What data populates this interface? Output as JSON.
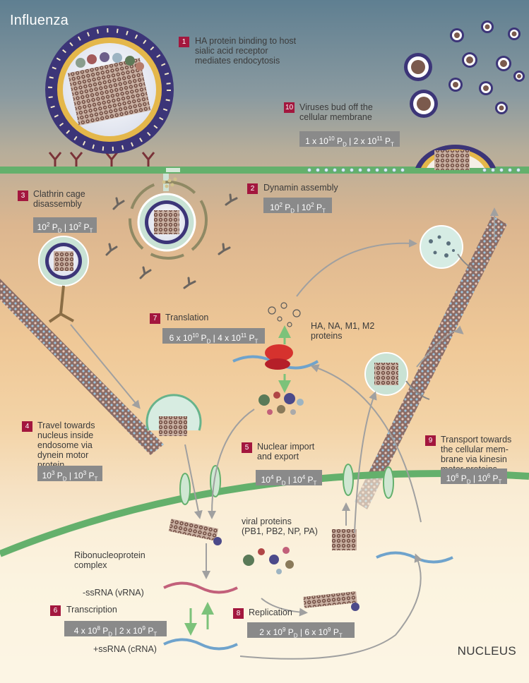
{
  "title": "Influenza",
  "nucleus_label": "NUCLEUS",
  "steps": [
    {
      "num": "1",
      "text": [
        "HA protein binding to host",
        "sialic acid receptor",
        "mediates endocytosis"
      ]
    },
    {
      "num": "2",
      "text": [
        "Dynamin assembly"
      ],
      "box": {
        "a": "10",
        "ae": "2",
        "b": "10",
        "be": "2"
      }
    },
    {
      "num": "3",
      "text": [
        "Clathrin cage",
        "disassembly"
      ],
      "box": {
        "a": "10",
        "ae": "2",
        "b": "10",
        "be": "2"
      }
    },
    {
      "num": "4",
      "text": [
        "Travel towards",
        "nucleus inside",
        "endosome via",
        "dynein motor",
        "protein"
      ],
      "box": {
        "a": "10",
        "ae": "3",
        "b": "10",
        "be": "3"
      }
    },
    {
      "num": "5",
      "text": [
        "Nuclear import",
        "and export"
      ],
      "box": {
        "a": "10",
        "ae": "4",
        "b": "10",
        "be": "4"
      }
    },
    {
      "num": "6",
      "text": [
        "Transcription"
      ],
      "box": {
        "a": "4 x 10",
        "ae": "8",
        "b": "2 x 10",
        "be": "9"
      }
    },
    {
      "num": "7",
      "text": [
        "Translation"
      ],
      "box": {
        "a": "6 x 10",
        "ae": "10",
        "b": "4 x 10",
        "be": "11"
      }
    },
    {
      "num": "8",
      "text": [
        "Replication"
      ],
      "box": {
        "a": "2 x 10",
        "ae": "9",
        "b": "6 x 10",
        "be": "9"
      }
    },
    {
      "num": "9",
      "text": [
        "Transport towards",
        "the cellular mem-",
        "brane via kinesin",
        "motor proteins"
      ],
      "box": {
        "a": "10",
        "ae": "6",
        "b": "10",
        "be": "6"
      }
    },
    {
      "num": "10",
      "text": [
        "Viruses bud off the",
        "cellular membrane"
      ],
      "box": {
        "a": "1 x 10",
        "ae": "10",
        "b": "2 x 10",
        "be": "11"
      }
    }
  ],
  "labels": {
    "proteins": [
      "HA, NA, M1, M2",
      "proteins"
    ],
    "viral_proteins": [
      "viral proteins",
      "(PB1, PB2, NP, PA)"
    ],
    "rnp": [
      "Ribonucleoprotein",
      "complex"
    ],
    "vrna": "-ssRNA (vRNA)",
    "crna": "+ssRNA (cRNA)"
  },
  "box_sub_d": "D",
  "box_sub_t": "T",
  "colors": {
    "step_badge": "#a3173e",
    "box": "#8a8a8a",
    "membrane": "#5fae6a",
    "rna_minus": "#c2607a",
    "rna_plus": "#6fa3cc",
    "arrow_green": "#7cc27a",
    "arrow_grey": "#a0a0a0"
  }
}
